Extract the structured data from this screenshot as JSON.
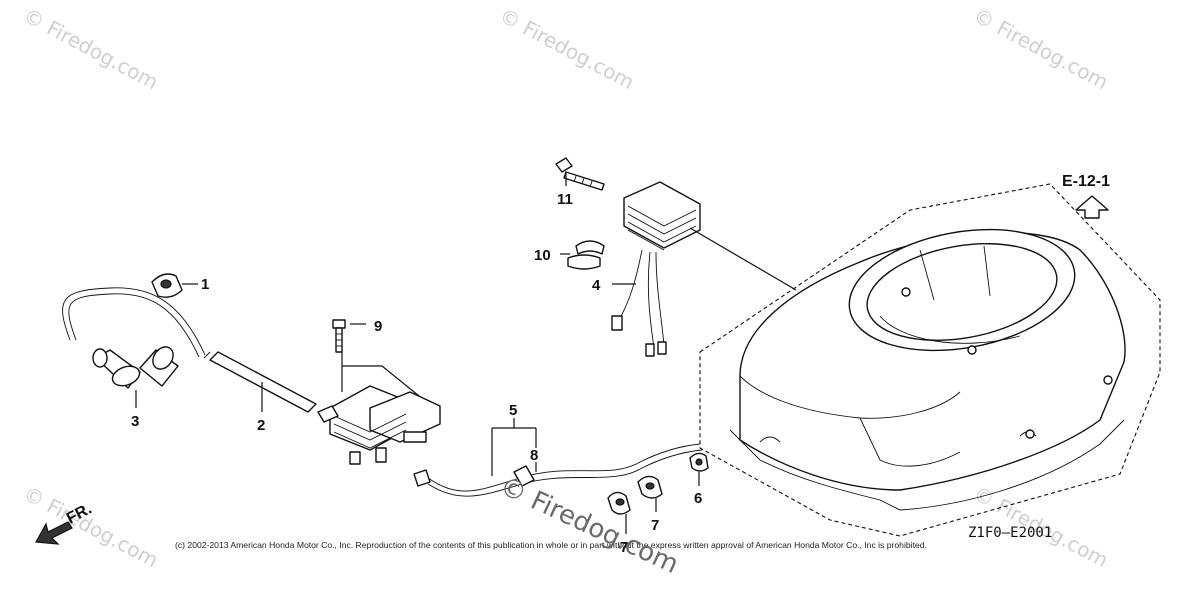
{
  "callouts": {
    "c1": "1",
    "c2": "2",
    "c3": "3",
    "c4": "4",
    "c5": "5",
    "c6": "6",
    "c7a": "7",
    "c7b": "7",
    "c8": "8",
    "c9": "9",
    "c10": "10",
    "c11": "11"
  },
  "reference": {
    "section": "E-12-1",
    "drawing_code": "Z1F0—E2001",
    "front_label": "FR."
  },
  "copyright": "(c) 2002-2013 American Honda Motor Co., Inc. Reproduction of the contents of this publication in whole or in part without the express written approval of American Honda Motor Co., Inc is prohibited.",
  "watermark": {
    "text": "© Firedog.com",
    "center_text": "© Firedog.com"
  },
  "colors": {
    "line": "#111111",
    "watermark_light": "#cfcfcf",
    "watermark_dark": "#6a6a6a"
  }
}
